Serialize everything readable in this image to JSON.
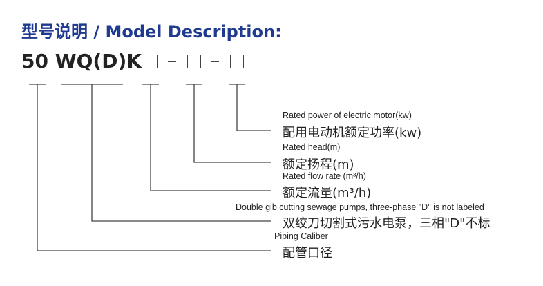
{
  "title": "型号说明 / Model Description:",
  "model_code": "50  WQ(D)K",
  "labels": [
    {
      "en": "Rated power of electric motor(kw)",
      "cn": "配用电动机额定功率(kw)"
    },
    {
      "en": "Rated head(m)",
      "cn": "额定扬程(m)"
    },
    {
      "en": "Rated flow rate (m³/h)",
      "cn": "额定流量(m³/h)"
    },
    {
      "en": "Double gib cutting sewage pumps, three-phase \"D\" is not labeled",
      "cn": "双绞刀切割式污水电泵，三相\"D\"不标"
    },
    {
      "en": "Piping Caliber",
      "cn": "配管口径"
    }
  ],
  "colors": {
    "title": "#1f3a8f",
    "text": "#222222",
    "lines": "#444444"
  }
}
